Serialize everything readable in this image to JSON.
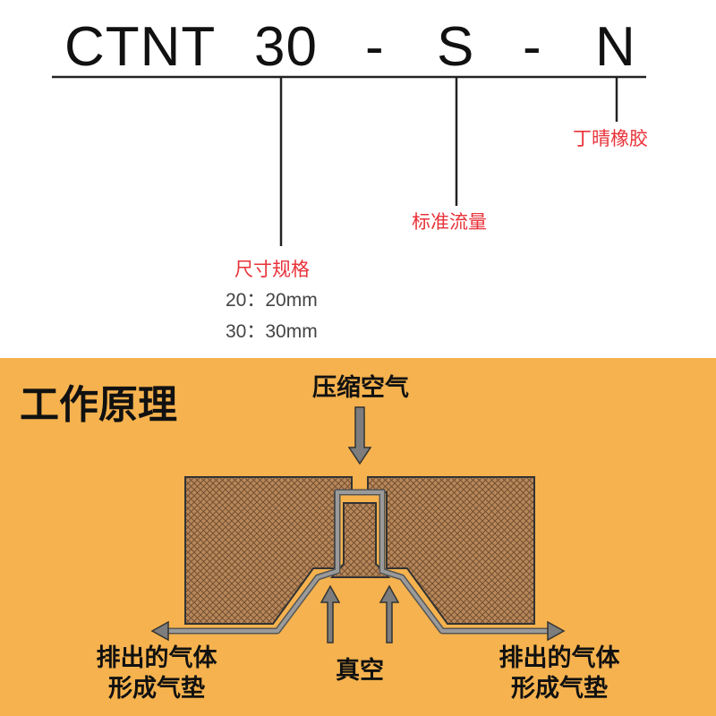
{
  "model_code": {
    "prefix": "CTNT",
    "size": "30",
    "dash1": "-",
    "flow": "S",
    "dash2": "-",
    "material": "N"
  },
  "annotations": {
    "material_label": "丁晴橡胶",
    "flow_label": "标准流量",
    "size_label": "尺寸规格",
    "size_options": [
      "20：20mm",
      "30：30mm"
    ]
  },
  "principle": {
    "title": "工作原理",
    "compressed_air": "压缩空气",
    "vacuum": "真空",
    "exhaust_left": [
      "排出的气体",
      "形成气垫"
    ],
    "exhaust_right": [
      "排出的气体",
      "形成气垫"
    ]
  },
  "colors": {
    "accent_red": "#e8333a",
    "panel_bg": "#f5b24e",
    "body_fill": "#b8875a",
    "arrow_fill": "#7d7d7d"
  }
}
